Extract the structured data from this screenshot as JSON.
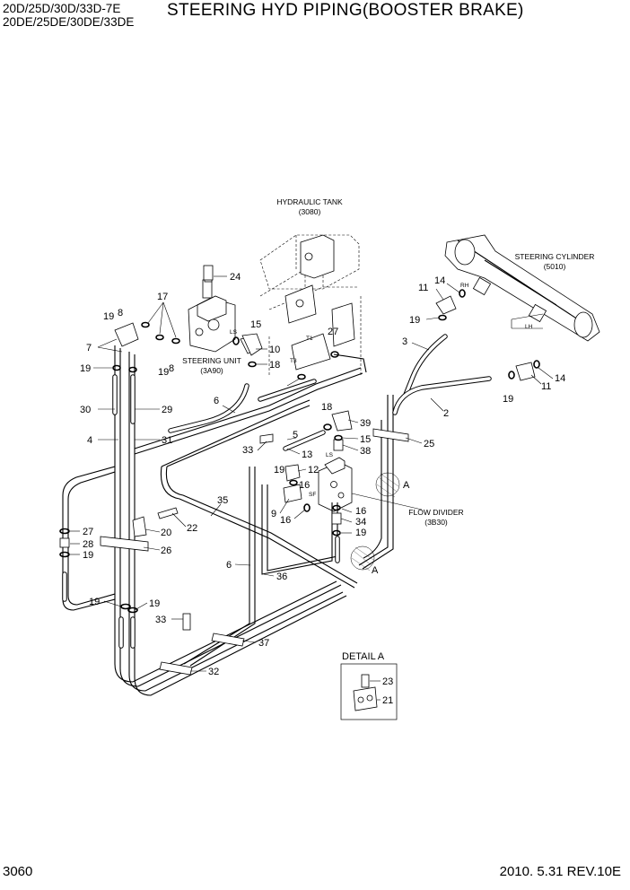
{
  "header": {
    "model_line1": "20D/25D/30D/33D-7E",
    "model_line2": "20DE/25DE/30DE/33DE",
    "title": "STEERING HYD PIPING(BOOSTER BRAKE)"
  },
  "footer": {
    "page_number": "3060",
    "date_revision": "2010. 5.31  REV.10E"
  },
  "components": {
    "hydraulic_tank": {
      "name": "HYDRAULIC TANK",
      "code": "(3080)"
    },
    "steering_cylinder": {
      "name": "STEERING CYLINDER",
      "code": "(5010)"
    },
    "steering_unit": {
      "name": "STEERING UNIT",
      "code": "(3A90)"
    },
    "flow_divider": {
      "name": "FLOW DIVIDER",
      "code": "(3B30)"
    }
  },
  "port_labels": {
    "ls": "LS",
    "t1": "T1",
    "t3": "T3",
    "rh": "RH",
    "lh": "LH",
    "ls2": "LS",
    "sf": "SF"
  },
  "detail": {
    "title": "DETAIL A",
    "parts": [
      "23",
      "21"
    ]
  },
  "detail_markers": [
    "A",
    "A"
  ],
  "part_numbers": [
    "24",
    "17",
    "19",
    "8",
    "7",
    "15",
    "10",
    "18",
    "19",
    "19",
    "8",
    "30",
    "29",
    "6",
    "4",
    "31",
    "27",
    "3",
    "11",
    "14",
    "19",
    "2",
    "19",
    "11",
    "14",
    "25",
    "18",
    "39",
    "15",
    "38",
    "5",
    "33",
    "13",
    "12",
    "19",
    "16",
    "9",
    "16",
    "35",
    "22",
    "20",
    "26",
    "27",
    "28",
    "19",
    "16",
    "34",
    "19",
    "6",
    "36",
    "19",
    "19",
    "33",
    "37",
    "32"
  ]
}
